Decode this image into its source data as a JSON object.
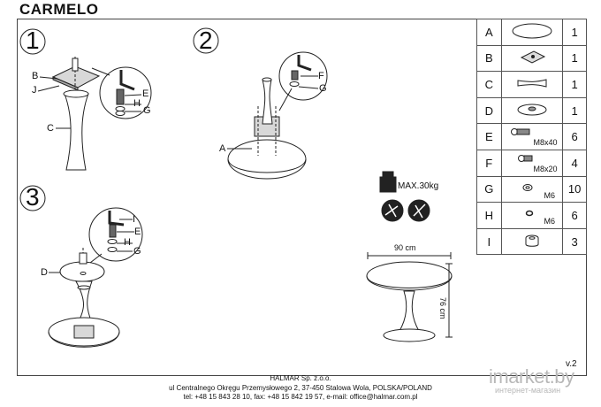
{
  "title": "CARMELO",
  "steps": [
    "1",
    "2",
    "3"
  ],
  "step1_labels": {
    "B": "B",
    "J": "J",
    "C": "C",
    "E": "E",
    "H": "H",
    "G": "G"
  },
  "step2_labels": {
    "A": "A",
    "F": "F",
    "G": "G"
  },
  "step3_labels": {
    "D": "D",
    "I": "I",
    "E": "E",
    "H": "H",
    "G": "G"
  },
  "max_load": "MAX.30kg",
  "dimensions": {
    "width": "90 cm",
    "height": "76 cm"
  },
  "parts": [
    {
      "letter": "A",
      "spec": "",
      "qty": "1",
      "icon": "tabletop-disc-icon"
    },
    {
      "letter": "B",
      "spec": "",
      "qty": "1",
      "icon": "mounting-plate-icon"
    },
    {
      "letter": "C",
      "spec": "",
      "qty": "1",
      "icon": "column-leg-icon"
    },
    {
      "letter": "D",
      "spec": "",
      "qty": "1",
      "icon": "base-disc-icon"
    },
    {
      "letter": "E",
      "spec": "M8x40",
      "qty": "6",
      "icon": "bolt-long-icon"
    },
    {
      "letter": "F",
      "spec": "M8x20",
      "qty": "4",
      "icon": "bolt-short-icon"
    },
    {
      "letter": "G",
      "spec": "M6",
      "qty": "10",
      "icon": "washer-icon"
    },
    {
      "letter": "H",
      "spec": "M6",
      "qty": "6",
      "icon": "spring-washer-icon"
    },
    {
      "letter": "I",
      "spec": "",
      "qty": "3",
      "icon": "hex-key-icon"
    }
  ],
  "version": "v.2",
  "footer": {
    "company": "HALMAR Sp. z.o.o.",
    "address": "ul Centralnego Okręgu Przemysłowego 2, 37-450 Stalowa Wola, POLSKA/POLAND",
    "contact": "tel: +48 15 843 28 10, fax: +48 15 842 19 57, e-mail: office@halmar.com.pl"
  },
  "watermark": {
    "brand": "imarket.by",
    "sub": "интернет-магазин"
  }
}
